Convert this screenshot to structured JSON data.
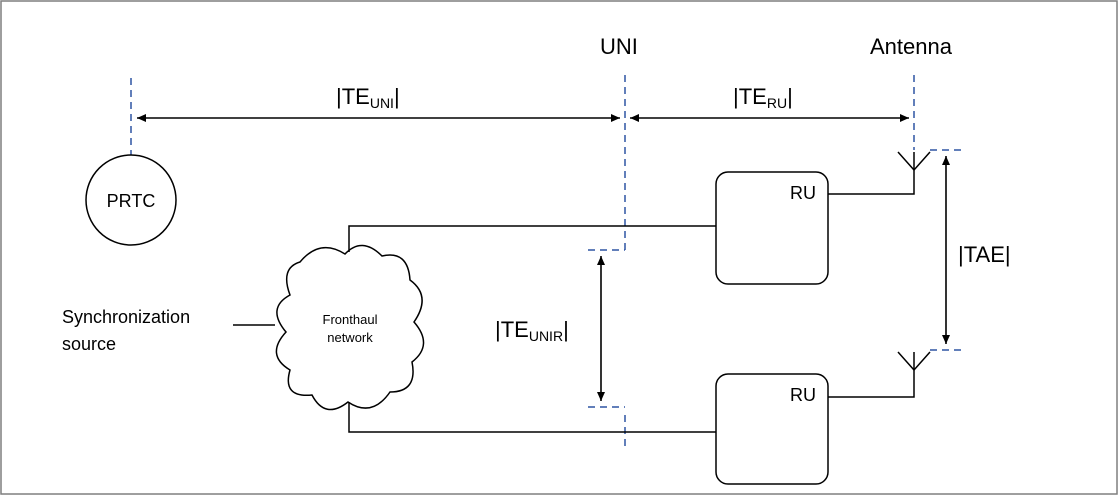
{
  "labels": {
    "uni": "UNI",
    "antenna": "Antenna",
    "prtc": "PRTC",
    "sync_source_line1": "Synchronization",
    "sync_source_line2": "source",
    "fronthaul_line1": "Fronthaul",
    "fronthaul_line2": "network",
    "ru_top": "RU",
    "ru_bottom": "RU"
  },
  "measurements": {
    "te_uni": {
      "prefix": "|TE",
      "subscript": "UNI",
      "suffix": "|"
    },
    "te_ru": {
      "prefix": "|TE",
      "subscript": "RU",
      "suffix": "|"
    },
    "te_unir": {
      "prefix": "|TE",
      "subscript": "UNIR",
      "suffix": "|"
    },
    "tae": "|TAE|"
  },
  "colors": {
    "reference_dash": "#2f55a4",
    "line": "#000000",
    "frame": "#7f7f7f"
  }
}
